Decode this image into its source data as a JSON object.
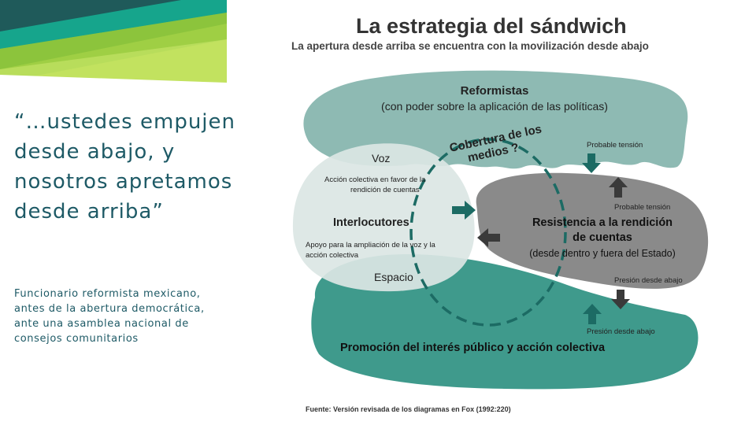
{
  "slide": {
    "quote": "“…ustedes empujen desde abajo, y nosotros apretamos desde arriba”",
    "attribution": "Funcionario reformista mexicano, antes de la abertura democrática, ante una asamblea nacional de consejos comunitarios"
  },
  "diagram": {
    "title": "La estrategia del sándwich",
    "subtitle": "La apertura desde arriba se encuentra con la movilización desde abajo",
    "reformistas": {
      "title": "Reformistas",
      "subtitle": "(con poder sobre la aplicación de las políticas)"
    },
    "cobertura": "Cobertura de los medios ?",
    "interlocutores": {
      "voz": "Voz",
      "accion_line1": "Acción colectiva en favor de la",
      "accion_line2": "rendición de cuentas",
      "title": "Interlocutores",
      "apoyo_line1": "Apoyo para la ampliación de la voz y la",
      "apoyo_line2": "acción colectiva",
      "espacio": "Espacio"
    },
    "resistencia": {
      "title_line1": "Resistencia a la rendición",
      "title_line2": "de cuentas",
      "subtitle": "(desde dentro y fuera del Estado)"
    },
    "promocion": "Promoción del interés público y acción colectiva",
    "arrows": {
      "tension_down": "Probable tensión",
      "tension_up": "Probable tensión",
      "pressure_down": "Presión desde abajo",
      "pressure_up": "Presión desde abajo"
    },
    "source": "Fuente: Versión revisada de los diagramas en Fox (1992:220)"
  },
  "colors": {
    "reformistas": "#8ebab3",
    "interlocutores": "#dbe6e4",
    "resistencia": "#8a8a8a",
    "promocion": "#3f9a8c",
    "arrow": "#1c6b64",
    "dark_arrow": "#3a3a3a",
    "quote_text": "#1e5a66"
  }
}
